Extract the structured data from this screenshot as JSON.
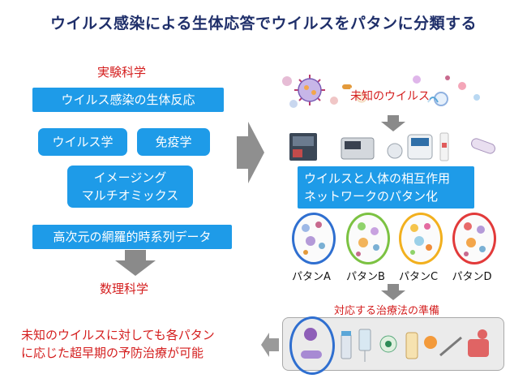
{
  "title": "ウイルス感染による生体応答でウイルスをパタンに分類する",
  "left": {
    "experimental_science": "実験科学",
    "bio_response": "ウイルス感染の生体反応",
    "virology": "ウイルス学",
    "immunology": "免疫学",
    "imaging_line1": "イメージング",
    "imaging_line2": "マルチオミックス",
    "data": "高次元の網羅的時系列データ",
    "math_science": "数理科学"
  },
  "right": {
    "unknown_virus": "未知のウイルス",
    "network_line1": "ウイルスと人体の相互作用",
    "network_line2": "ネットワークのパタン化",
    "patterns": [
      "パタンA",
      "パタンB",
      "パタンC",
      "パタンD"
    ],
    "pattern_colors": [
      "#2f6fd0",
      "#7cc242",
      "#f2b01e",
      "#e23a3a"
    ],
    "treatment": "対応する治療法の準備"
  },
  "bottom": {
    "line1": "未知のウイルスに対しても各パタン",
    "line2": "に応じた超早期の予防治療が可能"
  }
}
